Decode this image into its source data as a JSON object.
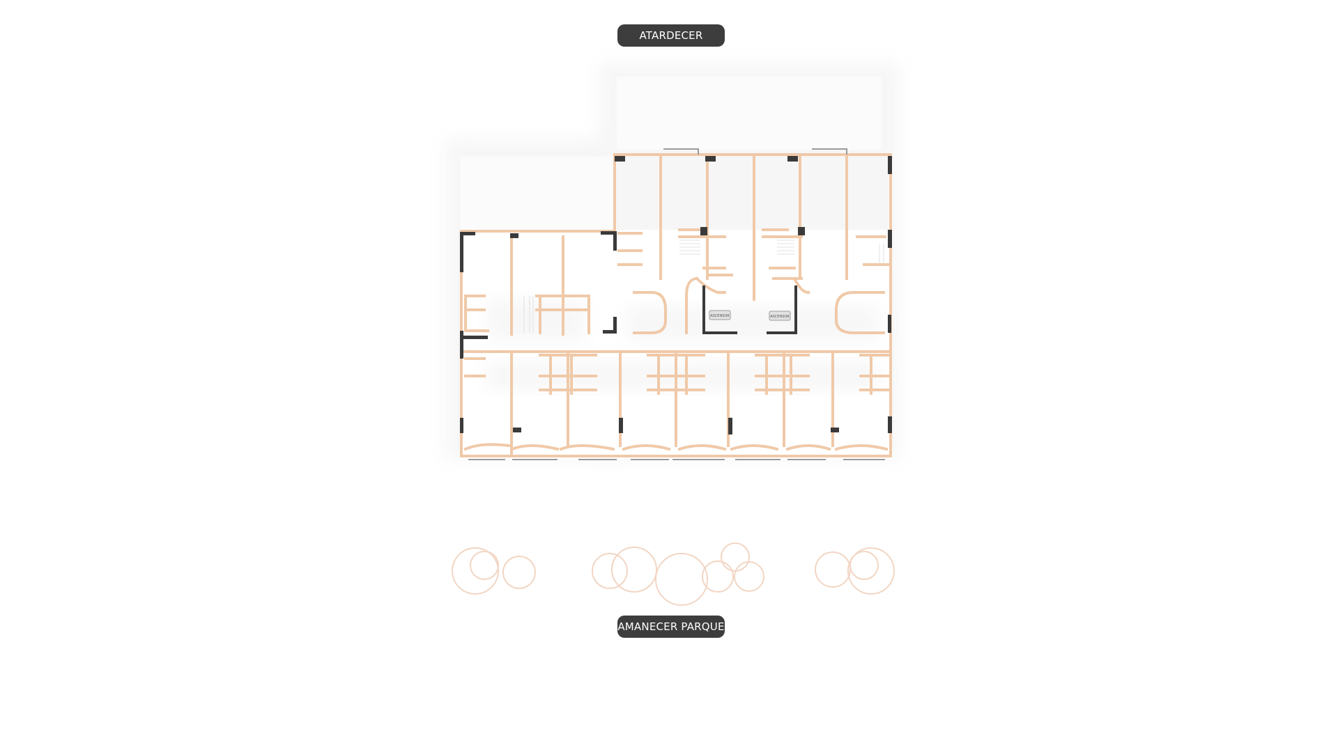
{
  "labels": {
    "top": "ATARDECER",
    "bottom": "AMANECER PARQUE"
  },
  "plan": {
    "elevators": [
      {
        "label": "ASCENSOR"
      },
      {
        "label": "ASCENSOR"
      }
    ]
  },
  "colors": {
    "wall_partition": "#f0c9a8",
    "wall_structural": "#3a3a3a",
    "label_background": "#3d3d3d",
    "label_text": "#ffffff",
    "tree_outline": "#f2d6c4"
  },
  "icons": {
    "trees": "tree-canopy-icon",
    "elevator": "elevator-icon"
  }
}
